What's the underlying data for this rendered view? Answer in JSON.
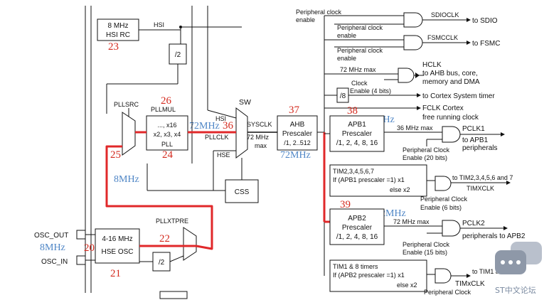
{
  "diagram": {
    "hsi_rc": {
      "line1": "8 MHz",
      "line2": "HSI RC"
    },
    "hsi_label": "HSI",
    "div2_a": "/2",
    "div2_b": "/2",
    "pllsrc": "PLLSRC",
    "pllmul": "PLLMUL",
    "pll": {
      "line1": "..., x16",
      "line2": "x2, x3, x4",
      "line3": "PLL"
    },
    "sw": "SW",
    "hsi_in": "HSI",
    "pllclk": "PLLCLK",
    "hse_in": "HSE",
    "sysclk": "SYSCLK",
    "sysclk_max": {
      "line1": "72 MHz",
      "line2": "max"
    },
    "ahb": {
      "line1": "AHB",
      "line2": "Prescaler",
      "line3": "/1, 2..512"
    },
    "css": "CSS",
    "pllxtpre": "PLLXTPRE",
    "hse_osc": {
      "line1": "4-16 MHz",
      "line2": "HSE OSC"
    },
    "osc_out": "OSC_OUT",
    "osc_in": "OSC_IN",
    "periph_top": {
      "line1": "Peripheral clock",
      "line2": "enable"
    },
    "sdio_en": {
      "line1": "Peripheral clock",
      "line2": "enable"
    },
    "sdioclk": "SDIOCLK",
    "to_sdio": "to SDIO",
    "fsmc_en": {
      "line1": "Peripheral clock",
      "line2": "enable"
    },
    "fsmcclk": "FSMCCLK",
    "to_fsmc": "to FSMC",
    "max72": "72 MHz max",
    "hclk": {
      "line1": "HCLK",
      "line2": "to AHB bus, core,",
      "line3": "memory and DMA"
    },
    "clock_en": {
      "line1": "Clock",
      "line2": "Enable (4 bits)"
    },
    "div8": "/8",
    "cortex_timer": "to Cortex System timer",
    "fclk": {
      "line1": "FCLK Cortex",
      "line2": "free running clock"
    },
    "apb1": {
      "line1": "APB1",
      "line2": "Prescaler",
      "line3": "/1, 2, 4, 8, 16"
    },
    "apb1_max": "36 MHz max",
    "pclk1": {
      "line1": "PCLK1",
      "line2": "to APB1",
      "line3": "peripherals"
    },
    "pclk1_en": {
      "line1": "Peripheral Clock",
      "line2": "Enable (20 bits)"
    },
    "tim2": {
      "line1": "TIM2,3,4,5,6,7",
      "line2": "If (APB1 prescaler =1) x1",
      "line3": "else  x2"
    },
    "to_tim2": "to TIM2,3,4,5,6 and 7",
    "timxclk1": "TIMXCLK",
    "tim2_en": {
      "line1": "Peripheral Clock",
      "line2": "Enable (6 bits)"
    },
    "apb2": {
      "line1": "APB2",
      "line2": "Prescaler",
      "line3": "/1, 2, 4, 8, 16"
    },
    "apb2_max": "72 MHz max",
    "pclk2": {
      "line1": "PCLK2",
      "line2": "peripherals to APB2"
    },
    "pclk2_en": {
      "line1": "Peripheral Clock",
      "line2": "Enable (15 bits)"
    },
    "tim1": {
      "line1": "TIM1 & 8 timers",
      "line2": "If (APB2 prescaler =1) x1",
      "line3": "else x2"
    },
    "to_tim1": "to TIM1 and TIM8",
    "timxclk2": "TIMxCLK",
    "tim1_en_partial": "Peripheral Clock"
  },
  "annotations": {
    "n20": "20",
    "n21": "21",
    "n22": "22",
    "n23": "23",
    "n24": "24",
    "n25": "25",
    "n26": "26",
    "n36": "36",
    "n37": "37",
    "n38": "38",
    "n39": "39",
    "f_72mhz_pll": "72MHz",
    "f_8mhz_mid": "8MHz",
    "f_8mhz_osc": "8MHz",
    "f_72mhz_ahb": "72MHz",
    "f_36mhz_apb1": "36MHz",
    "f_72mhz_apb2": "72MHz"
  },
  "watermark": "ST中文论坛"
}
